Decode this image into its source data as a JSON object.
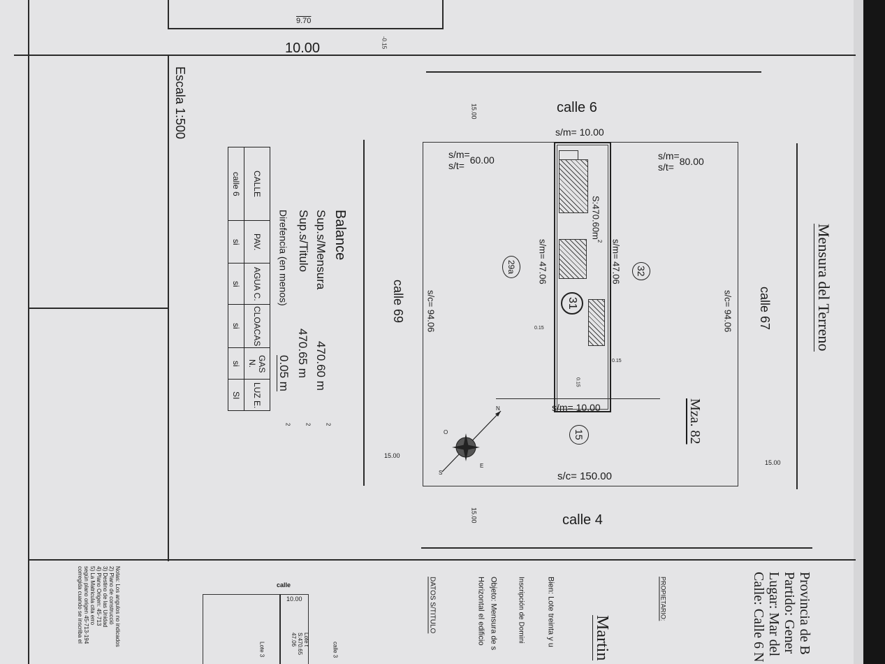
{
  "top": {
    "dim_970": "9.70",
    "dim_1000": "10.00",
    "offset": "-0.15"
  },
  "title": "Mensura del Terreno",
  "scale": "Escala 1:500",
  "block": "Mza. 82",
  "streets": {
    "calle6": "calle 6",
    "calle67": "calle 67",
    "calle69": "calle 69",
    "calle4": "calle 4"
  },
  "widths": {
    "w1": "15.00",
    "w2": "15.00",
    "w3": "15.00",
    "w4": "15.00"
  },
  "block_dims": {
    "sc_top": "s/c= 94.06",
    "sc_bottom": "s/c= 94.06",
    "sc_right": "s/c= 150.00",
    "sm_left_a": "s/m=",
    "st_left_a": "s/t=",
    "val_left": "60.00",
    "sm_right_a": "s/m=",
    "st_right_a": "s/t=",
    "val_right": "80.00"
  },
  "lot": {
    "sm_top": "s/m= 10.00",
    "sm_bottom": "s/m= 10.00",
    "sm_side_a": "s/m= 47.06",
    "sm_side_b": "s/m= 47.06",
    "area": "S:470.60m",
    "area_sup": "2",
    "offset_a": "0.15",
    "offset_b": "0.15",
    "offset_c": "0.15"
  },
  "parcels": {
    "p31": "31",
    "p32": "32",
    "p29a": "29a",
    "p15": "15"
  },
  "compass": {
    "n": "N",
    "s": "S",
    "e": "E",
    "o": "O"
  },
  "balance": {
    "title": "Balance",
    "rows": [
      {
        "label": "Sup.s/Mensura",
        "value": "470.60 m",
        "unit": "2"
      },
      {
        "label": "Sup.s/Titulo",
        "value": "470.65 m",
        "unit": "2"
      },
      {
        "label": "Direfencia (en menos)",
        "value": "0.05 m",
        "unit": "2"
      }
    ]
  },
  "services": {
    "headers": [
      "CALLE",
      "PAV.",
      "AGUA C.",
      "CLOACAS",
      "GAS N.",
      "LUZ E."
    ],
    "values": [
      "calle 6",
      "si",
      "si",
      "si",
      "si",
      "SI"
    ]
  },
  "header_block": {
    "provincia": "Provincia de B",
    "partido": "Partido: Gener",
    "lugar": "Lugar: Mar del",
    "calle": "Calle: Calle 6 N",
    "propietario": "PROPIETARIO:",
    "owner": "Martin",
    "bien": "Bien: Lote treinta y u",
    "inscripcion": "Inscripción de Domini",
    "objeto": "Objeto: Mensura de s",
    "horizontal": "Horizontal el edificio",
    "datos": "DATOS S/TITULO"
  },
  "mini_plan": {
    "calle": "calle",
    "dim": "10.00",
    "lote_a": "Lote t",
    "lote_area": "S:470.65",
    "lote_len": "47.06",
    "lote_b": "Lote 3",
    "calle_b": "calle 3"
  },
  "notes": [
    "Notas: Los angulos no indicados",
    "2) Plano de construcció",
    "3) Destino de las Unidad",
    "4) Plano Origen: 45-713",
    "5) La Matricula cita erro",
    "según plano origen 45-713-194",
    "corregida cuando se inscriba el"
  ]
}
